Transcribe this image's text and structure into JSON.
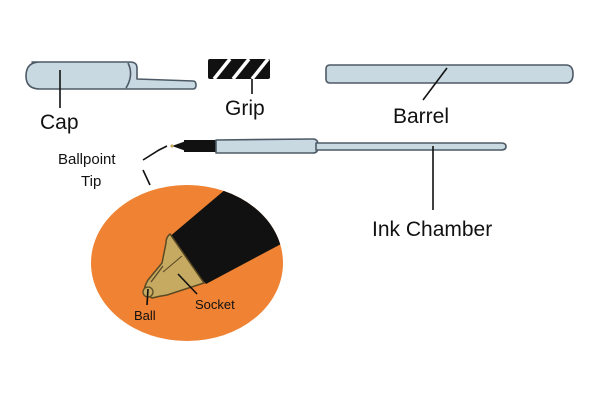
{
  "labels": {
    "cap": "Cap",
    "grip": "Grip",
    "barrel": "Barrel",
    "ballpoint_tip": [
      "Ballpoint",
      "Tip"
    ],
    "ink_chamber": "Ink Chamber",
    "ball": "Ball",
    "socket": "Socket"
  },
  "colors": {
    "part_fill": "#c9d9e2",
    "part_stroke": "#4d5a66",
    "zoom_circle": "#ef8233",
    "pen_body": "#111111",
    "socket_fill": "#c6aa62",
    "socket_stroke": "#5a4a24",
    "grip_fill": "#111111",
    "leader": "#111111"
  }
}
